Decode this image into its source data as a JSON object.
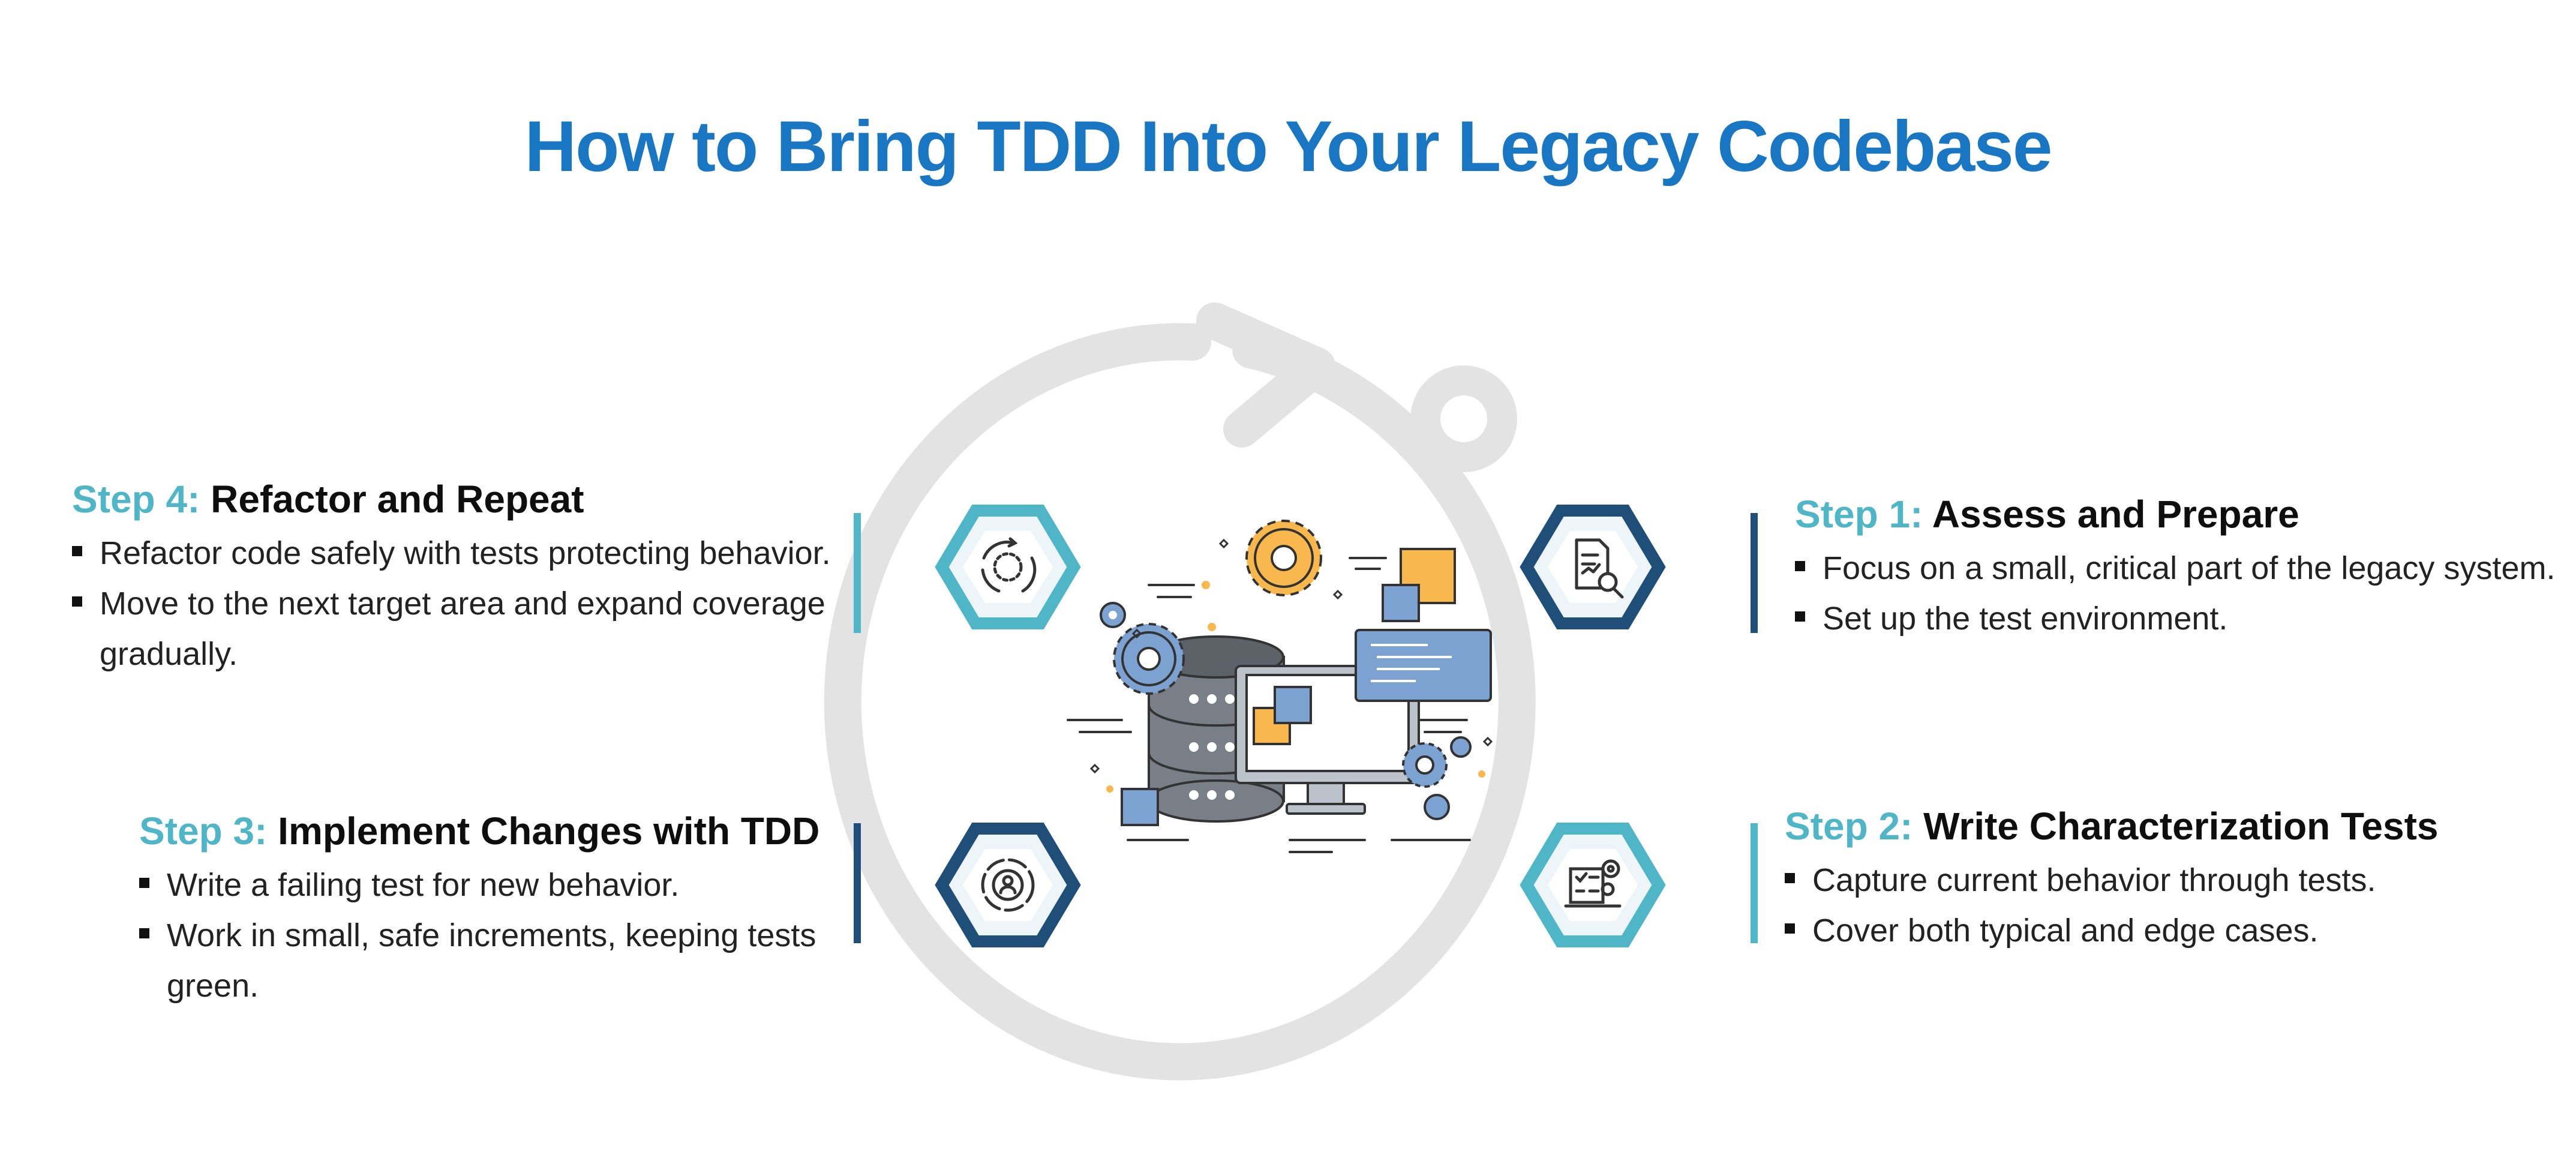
{
  "title": "How to Bring TDD Into Your Legacy Codebase",
  "colors": {
    "title": "#1976c2",
    "teal": "#4fb6c8",
    "navy": "#1f4e79",
    "ring": "#e3e3e3",
    "orange": "#f9b84d",
    "blue": "#7ba2d0"
  },
  "steps": [
    {
      "num": "Step 1:",
      "name": "Assess and Prepare",
      "bullets": [
        "Focus on a small, critical part of the legacy system.",
        "Set up the test environment."
      ],
      "icon": "document-search-icon"
    },
    {
      "num": "Step 2:",
      "name": "Write Characterization Tests",
      "bullets": [
        "Capture current behavior through tests.",
        "Cover both typical and edge cases."
      ],
      "icon": "checklist-gear-icon"
    },
    {
      "num": "Step 3:",
      "name": "Implement Changes with TDD",
      "bullets": [
        "Write a failing test for new behavior.",
        "Work in small, safe increments, keeping tests green."
      ],
      "icon": "user-gear-cycle-icon"
    },
    {
      "num": "Step 4:",
      "name": "Refactor and Repeat",
      "bullets": [
        "Refactor code safely with tests protecting behavior.",
        "Move to the next target area and expand coverage gradually."
      ],
      "icon": "refresh-cycle-icon"
    }
  ],
  "center_illustration": "database-monitor-gears-icon"
}
